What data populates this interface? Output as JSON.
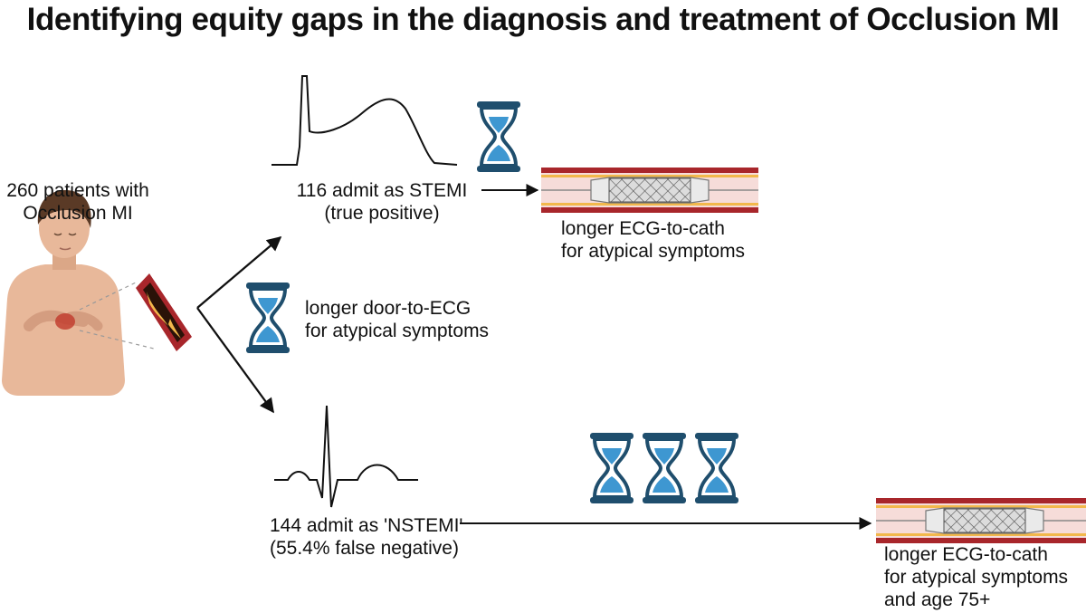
{
  "title": "Identifying equity gaps in the diagnosis and treatment of Occlusion MI",
  "patients": {
    "line1": "260 patients with",
    "line2": "Occlusion MI"
  },
  "stemi": {
    "line1": "116 admit as STEMI",
    "line2": "(true positive)"
  },
  "stemi_outcome": {
    "line1": "longer ECG-to-cath",
    "line2": "for atypical symptoms"
  },
  "door_to_ecg": {
    "line1": "longer door-to-ECG",
    "line2": "for atypical symptoms"
  },
  "nstemi": {
    "line1": "144 admit as 'NSTEMI'",
    "line2": "(55.4% false negative)"
  },
  "nstemi_outcome": {
    "line1": "longer ECG-to-cath",
    "line2": "for atypical symptoms",
    "line3": "and age 75+"
  },
  "colors": {
    "hourglass_frame": "#1f4e6d",
    "sand": "#3e97d1",
    "vessel_wall": "#a8262b",
    "vessel_lumen": "#f6dcd9",
    "plaque": "#f2b84b",
    "skin": "#e8b89a",
    "hair": "#5a3a26",
    "arrow": "#111111"
  }
}
